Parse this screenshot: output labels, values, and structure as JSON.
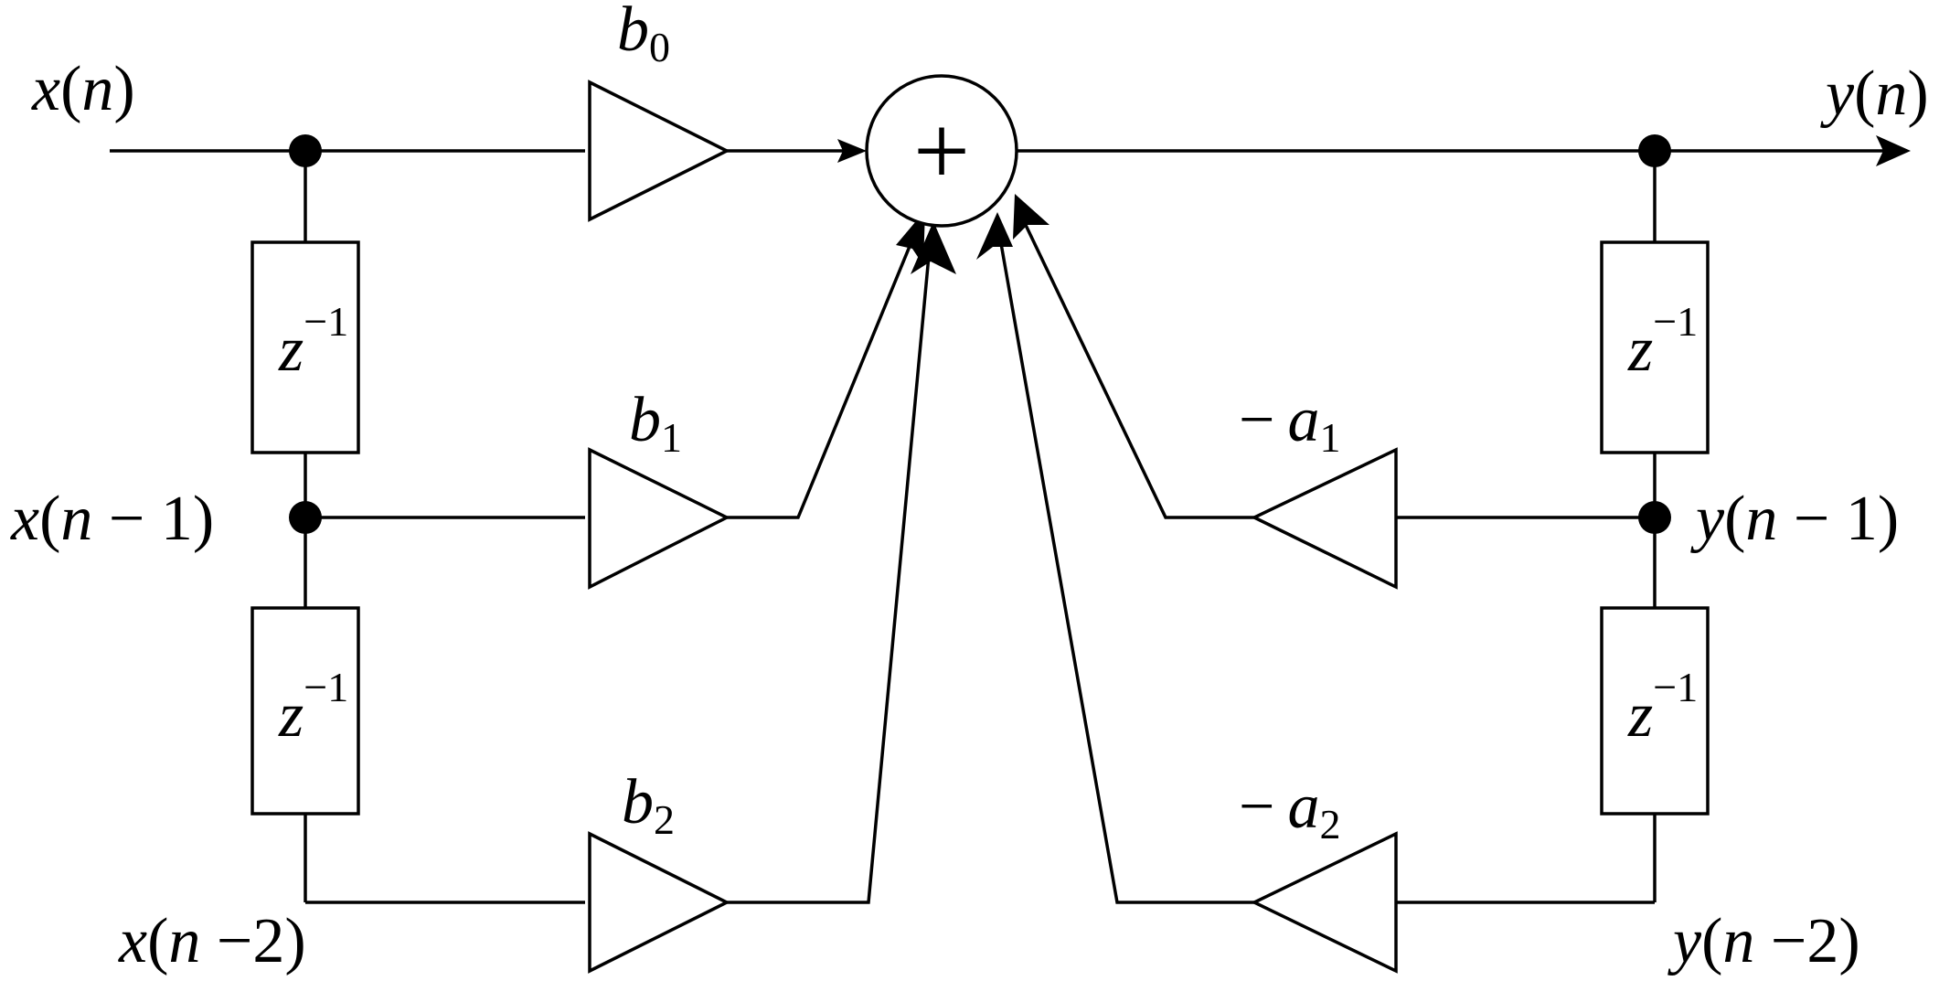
{
  "signals": {
    "x_n": {
      "v": "x",
      "open": "(",
      "n": "n",
      "rest": ")"
    },
    "x_n1": {
      "v": "x",
      "open": "(",
      "n": "n",
      "rest": " − 1)"
    },
    "x_n2": {
      "v": "x",
      "open": "(",
      "n": "n",
      "rest": " −2)"
    },
    "y_n": {
      "v": "y",
      "open": "(",
      "n": "n",
      "rest": ")"
    },
    "y_n1": {
      "v": "y",
      "open": "(",
      "n": "n",
      "rest": " − 1)"
    },
    "y_n2": {
      "v": "y",
      "open": "(",
      "n": "n",
      "rest": " −2)"
    }
  },
  "coefficients": {
    "b0": {
      "base": "b",
      "sub": "0"
    },
    "b1": {
      "base": "b",
      "sub": "1"
    },
    "b2": {
      "base": "b",
      "sub": "2"
    },
    "a1": {
      "sign": "−",
      "base": "a",
      "sub": "1"
    },
    "a2": {
      "sign": "−",
      "base": "a",
      "sub": "2"
    }
  },
  "delay": {
    "base": "z",
    "sup": "−1"
  },
  "adder": {
    "symbol": "+"
  }
}
